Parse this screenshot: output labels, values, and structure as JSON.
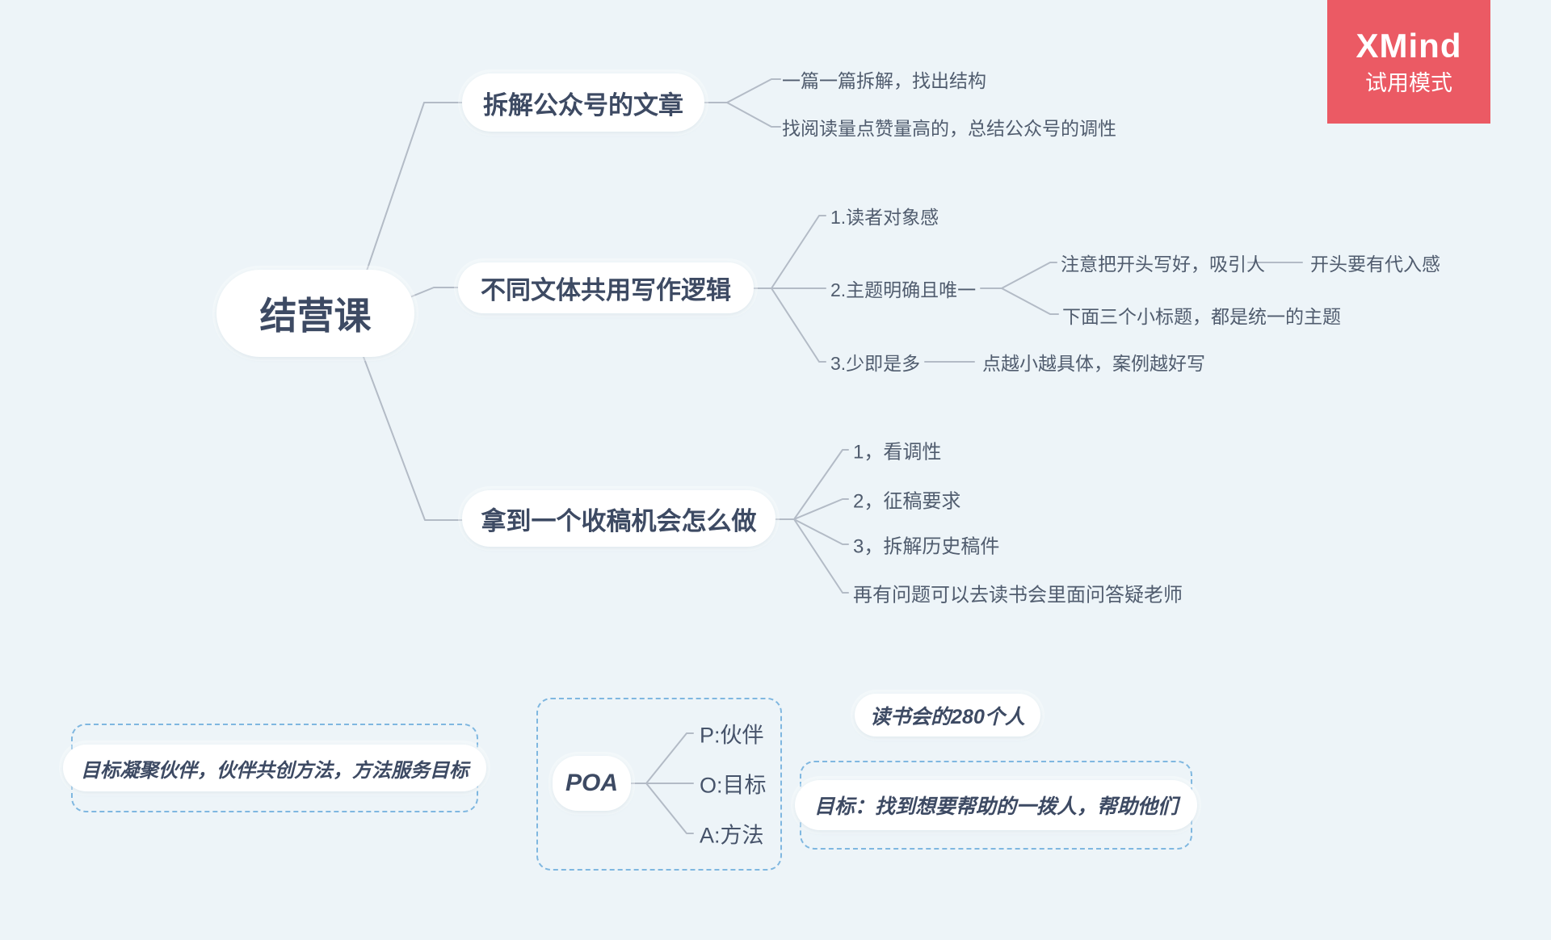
{
  "colors": {
    "background": "#EDF4F8",
    "node_fill": "#FFFFFF",
    "topic_text": "#3D4A63",
    "leaf_text": "#505C6E",
    "connector_line": "#B3BBC6",
    "dashed_border": "#7FB7E0",
    "badge_background": "#EB5A64",
    "badge_text": "#FFFFFF"
  },
  "badge": {
    "title": "XMind",
    "subtitle": "试用模式"
  },
  "mindmap": {
    "root": {
      "label": "结营课"
    },
    "branches": [
      {
        "label": "拆解公众号的文章",
        "children": [
          {
            "label": "一篇一篇拆解，找出结构"
          },
          {
            "label": "找阅读量点赞量高的，总结公众号的调性"
          }
        ]
      },
      {
        "label": "不同文体共用写作逻辑",
        "children": [
          {
            "label": "1.读者对象感"
          },
          {
            "label": "2.主题明确且唯一",
            "children": [
              {
                "label": "注意把开头写好，吸引人",
                "children": [
                  {
                    "label": "开头要有代入感"
                  }
                ]
              },
              {
                "label": "下面三个小标题，都是统一的主题"
              }
            ]
          },
          {
            "label": "3.少即是多",
            "children": [
              {
                "label": "点越小越具体，案例越好写"
              }
            ]
          }
        ]
      },
      {
        "label": "拿到一个收稿机会怎么做",
        "children": [
          {
            "label": "1，看调性"
          },
          {
            "label": "2，征稿要求"
          },
          {
            "label": "3，拆解历史稿件"
          },
          {
            "label": "再有问题可以去读书会里面问答疑老师"
          }
        ]
      }
    ]
  },
  "floating": {
    "principle": {
      "label": "目标凝聚伙伴，伙伴共创方法，方法服务目标"
    },
    "poa": {
      "label": "POA",
      "children": [
        {
          "label": "P:伙伴"
        },
        {
          "label": "O:目标"
        },
        {
          "label": "A:方法"
        }
      ]
    },
    "bookclub": {
      "label": "读书会的280个人"
    },
    "goal": {
      "label": "目标：找到想要帮助的一拨人，帮助他们"
    }
  }
}
